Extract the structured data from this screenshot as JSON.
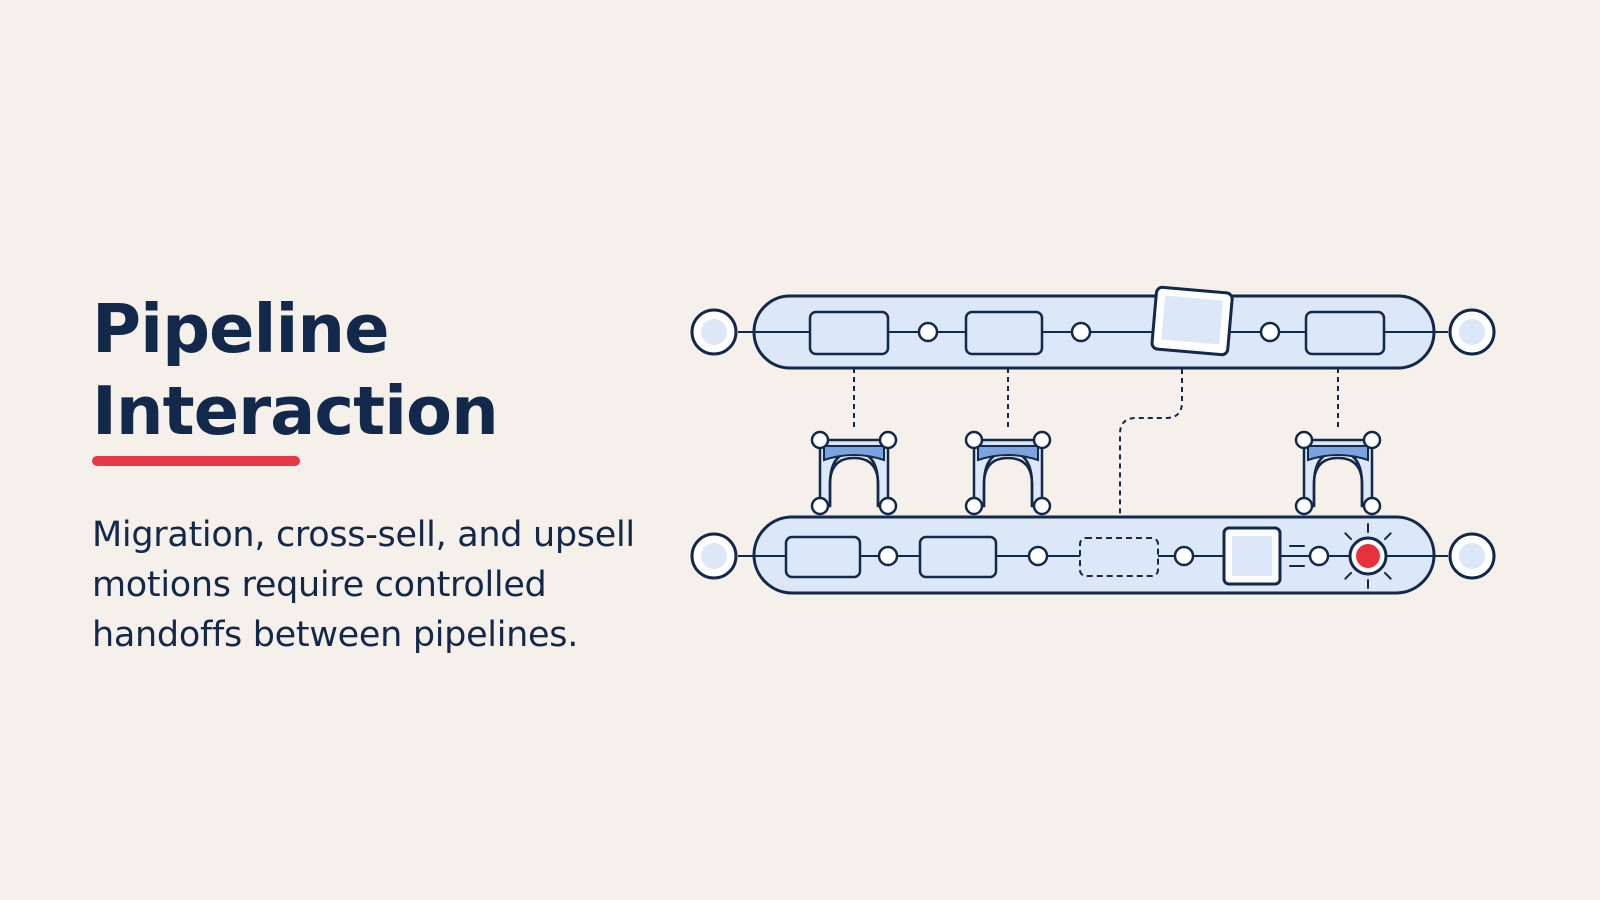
{
  "slide": {
    "title_lines": [
      "Pipeline",
      "Interaction"
    ],
    "subtitle_lines": [
      "Migration, cross-sell, and upsell",
      "motions require controlled",
      "handoffs between pipelines."
    ]
  },
  "colors": {
    "background": "#f5f0e9",
    "ink": "#13294b",
    "accent": "#e53947",
    "fill_light": "#dce7f7",
    "fill_mid": "#7ba3e0",
    "pulse": "#e8313f"
  },
  "diagram": {
    "top_pipeline": {
      "stages": [
        "stage-box",
        "stage-box",
        "tilted-stage-box",
        "stage-box"
      ]
    },
    "bottom_pipeline": {
      "stages": [
        "stage-box",
        "stage-box",
        "pending-dashed-box",
        "square-stage-box",
        "alert-pulse"
      ]
    },
    "connectors": [
      "bridge-gate",
      "bridge-gate",
      "dashed-handoff-arrow",
      "bridge-gate"
    ]
  }
}
